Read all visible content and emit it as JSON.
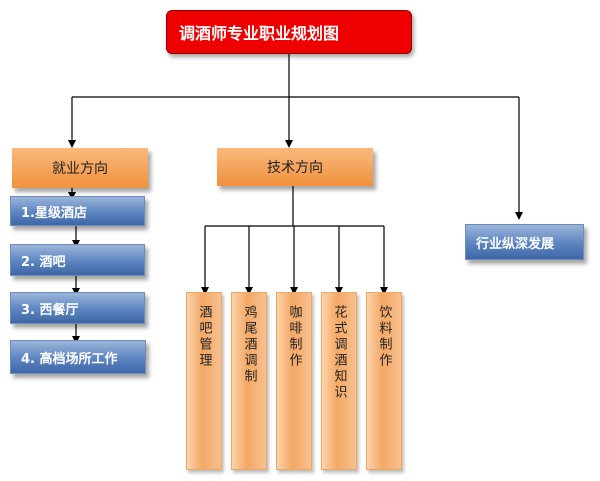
{
  "title": "调酒师专业职业规划图",
  "branches": {
    "employment": "就业方向",
    "technical": "技术方向",
    "industry": "行业纵深发展"
  },
  "employment_items": [
    "1.星级酒店",
    "2. 酒吧",
    "3. 西餐厅",
    "4. 高档场所工作"
  ],
  "technical_items": [
    "酒吧管理",
    "鸡尾酒调制",
    "咖啡制作",
    "花式调酒知识",
    "饮料制作"
  ],
  "colors": {
    "title_bg": "#ee0000",
    "branch_orange": "#f29a4a",
    "item_blue": "#4f78b8",
    "line": "#000000"
  }
}
